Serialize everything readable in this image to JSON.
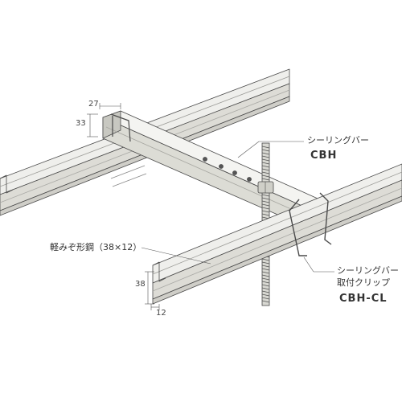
{
  "labels": {
    "ceiling_bar": "シーリングバー",
    "ceiling_bar_code": "CBH",
    "light_channel": "軽みぞ形鋼（38×12）",
    "clip_line1": "シーリングバー",
    "clip_line2": "取付クリップ",
    "clip_code": "CBH-CL"
  },
  "dimensions": {
    "bar_width": "27",
    "bar_height": "33",
    "channel_height": "38",
    "channel_width": "12"
  },
  "colors": {
    "stroke": "#4a4a4a",
    "fill_light": "#f2f2ef",
    "fill_mid": "#dcdcd6",
    "fill_dark": "#bdbdb6"
  }
}
